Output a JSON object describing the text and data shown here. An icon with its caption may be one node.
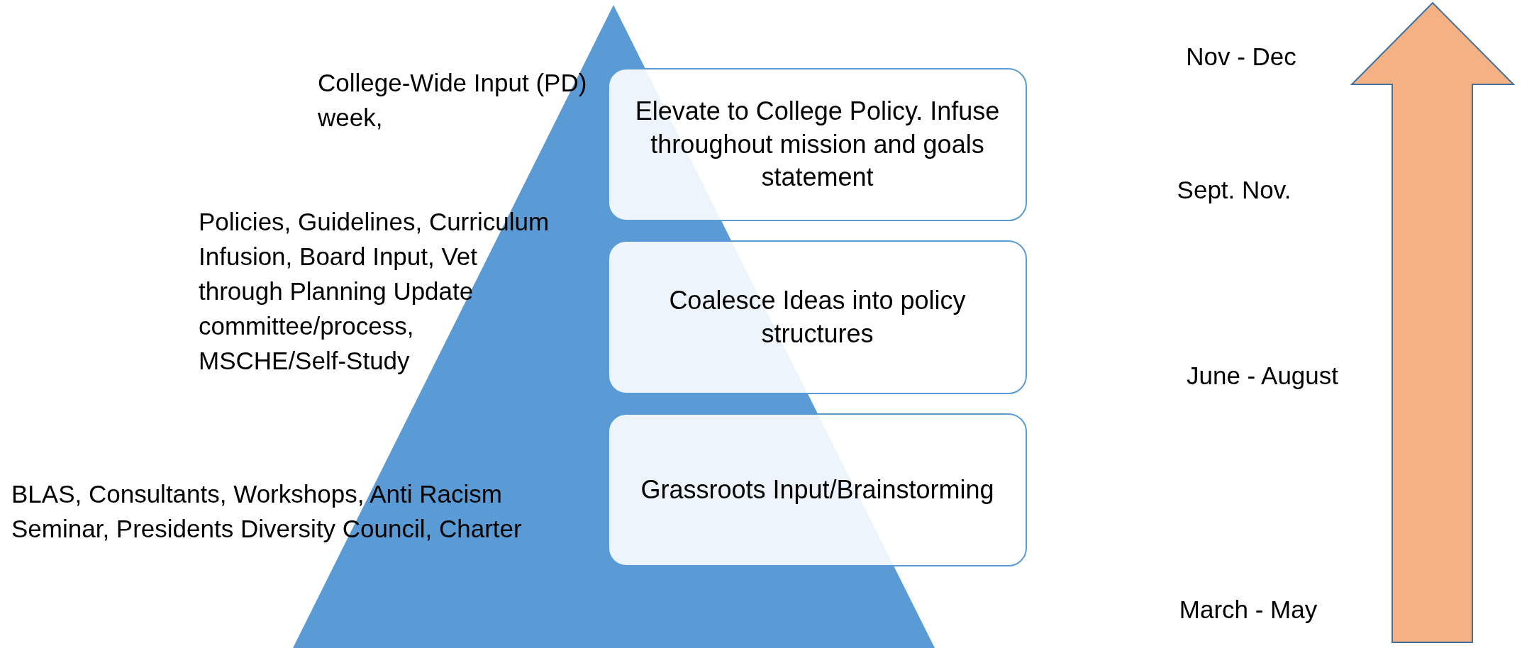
{
  "diagram": {
    "nodes": [
      {
        "text": [
          "Elevate to College Policy. Infuse throughout mission and goals statement"
        ]
      },
      {
        "text": [
          "Coalesce Ideas into policy structures"
        ]
      },
      {
        "text": [
          "Grassroots Input/Brainstorming"
        ]
      }
    ],
    "labels": [
      "College-Wide Input (PD) week,",
      "Policies, Guidelines, Curriculum Infusion, Board Input, Vet through Planning Update committee/process, MSCHE/Self-Study",
      "BLAS, Consultants, Workshops, Anti Racism Seminar, Presidents Diversity Council, Charter",
      "Nov - Dec",
      "Sept. Nov.",
      "June - August",
      "March - May"
    ]
  }
}
